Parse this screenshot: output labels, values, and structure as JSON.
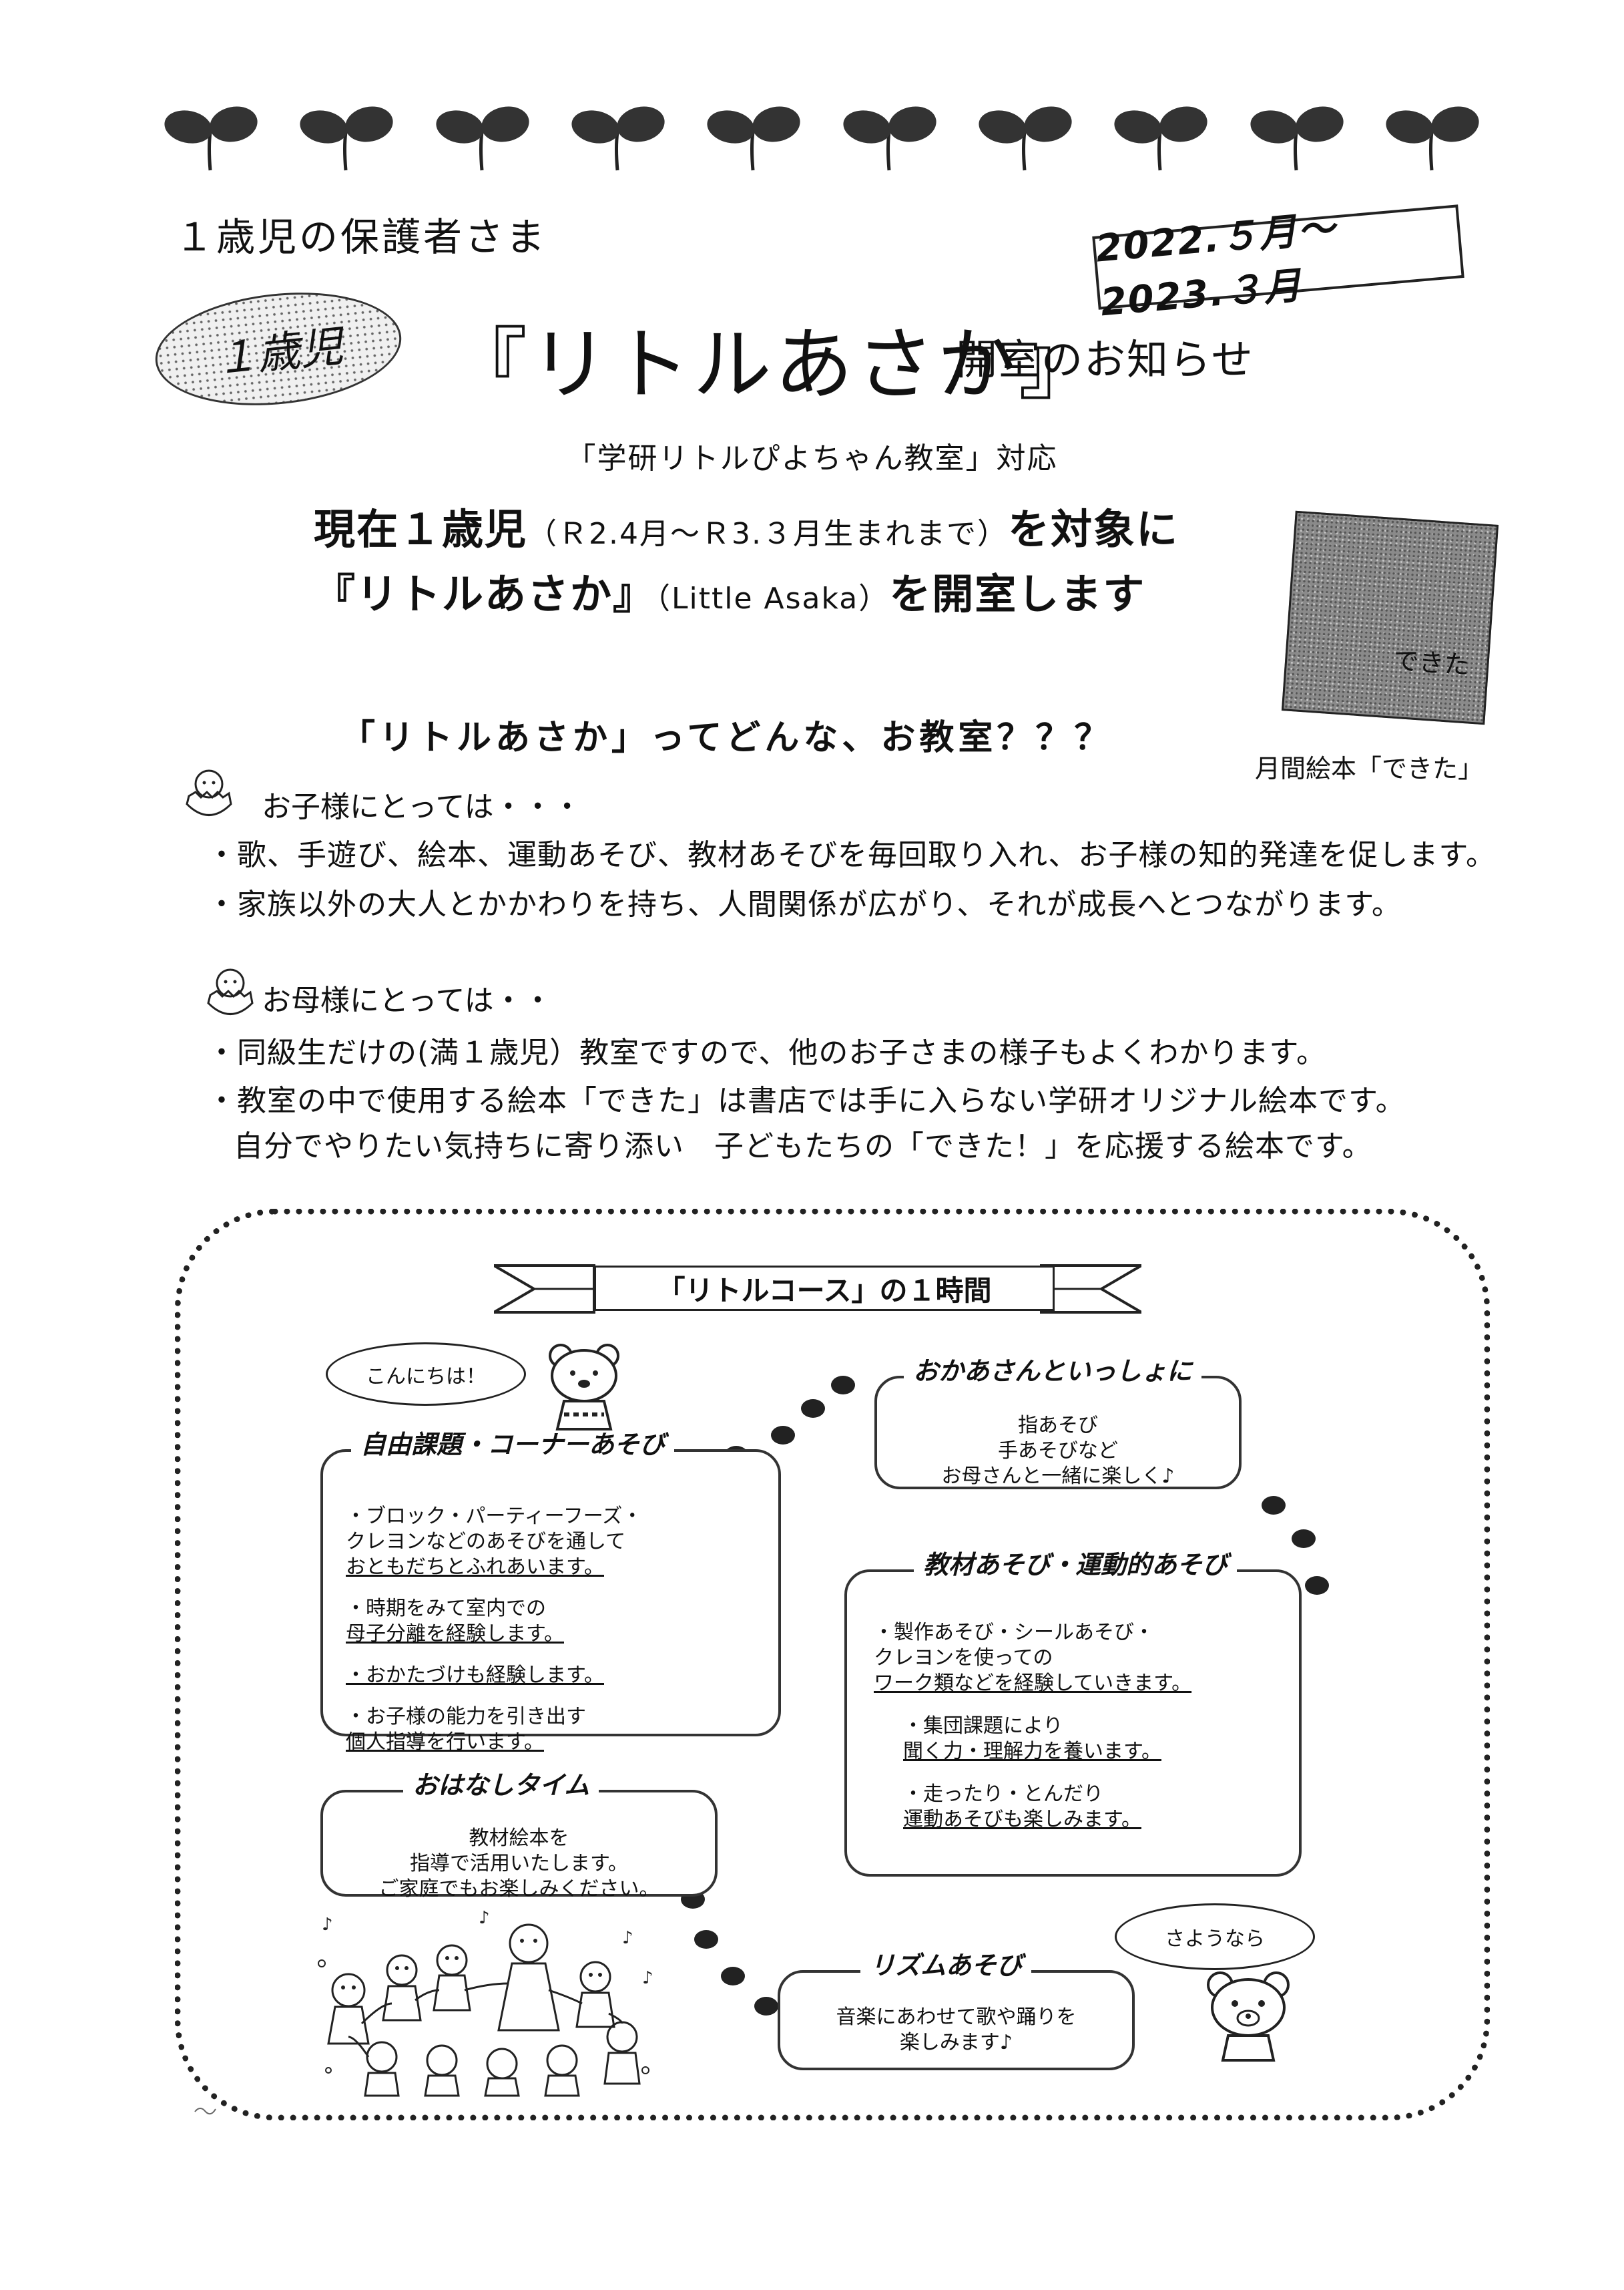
{
  "header": {
    "audience": "１歳児の保護者さま",
    "period": "2022.５月～2023.３月",
    "age_badge": "１歳児",
    "title": "『リトルあさか』",
    "title_suffix": "開室のお知らせ",
    "program": "「学研リトルぴよちゃん教室」対応"
  },
  "intro": {
    "line1_a": "現在１歳児",
    "line1_paren": "（Ｒ2.4月～Ｒ3.３月生まれまで）",
    "line1_b": "を対象に",
    "line2_a": "『リトルあさか』",
    "line2_paren": "（Little Asaka）",
    "line2_b": "を開室します"
  },
  "book": {
    "cover_text": "できた",
    "caption": "月間絵本「できた」"
  },
  "about": {
    "question": "「リトルあさか」ってどんな、お教室？？？",
    "child_heading": "お子様にとっては・・・",
    "child_points": [
      "・歌、手遊び、絵本、運動あそび、教材あそびを毎回取り入れ、お子様の知的発達を促します。",
      "・家族以外の大人とかかわりを持ち、人間関係が広がり、それが成長へとつながります。"
    ],
    "mother_heading": "お母様にとっては・・",
    "mother_points": [
      "・同級生だけの(満１歳児）教室ですので、他のお子さまの様子もよくわかります。",
      "・教室の中で使用する絵本「できた」は書店では手に入らない学研オリジナル絵本です。",
      "自分でやりたい気持ちに寄り添い　子どもたちの「できた！」を応援する絵本です。"
    ]
  },
  "schedule": {
    "title": "「リトルコース」の１時間",
    "hello": "こんにちは！",
    "goodbye": "さようなら",
    "free_play": {
      "title": "自由課題・コーナーあそび",
      "items": [
        [
          "・ブロック・パーティーフーズ・",
          "クレヨンなどのあそびを通して",
          "おともだちとふれあいます。"
        ],
        [
          "・時期をみて室内での",
          "母子分離を経験します。"
        ],
        [
          "・おかたづけも経験します。"
        ],
        [
          "・お子様の能力を引き出す",
          "個人指導を行います。"
        ]
      ]
    },
    "with_mother": {
      "title": "おかあさんといっしょに",
      "lines": [
        "指あそび",
        "手あそびなど",
        "お母さんと一緒に楽しく♪"
      ]
    },
    "teaching": {
      "title": "教材あそび・運動的あそび",
      "items": [
        [
          "・製作あそび・シールあそび・",
          "クレヨンを使っての",
          "ワーク類などを経験していきます。"
        ],
        [
          "・集団課題により",
          "聞く力・理解力を養います。"
        ],
        [
          "・走ったり・とんだり",
          "運動あそびも楽しみます。"
        ]
      ]
    },
    "story": {
      "title": "おはなしタイム",
      "lines": [
        "教材絵本を",
        "指導で活用いたします。",
        "ご家庭でもお楽しみください。"
      ]
    },
    "rhythm": {
      "title": "リズムあそび",
      "lines": [
        "音楽にあわせて歌や踊りを",
        "楽しみます♪"
      ]
    }
  }
}
